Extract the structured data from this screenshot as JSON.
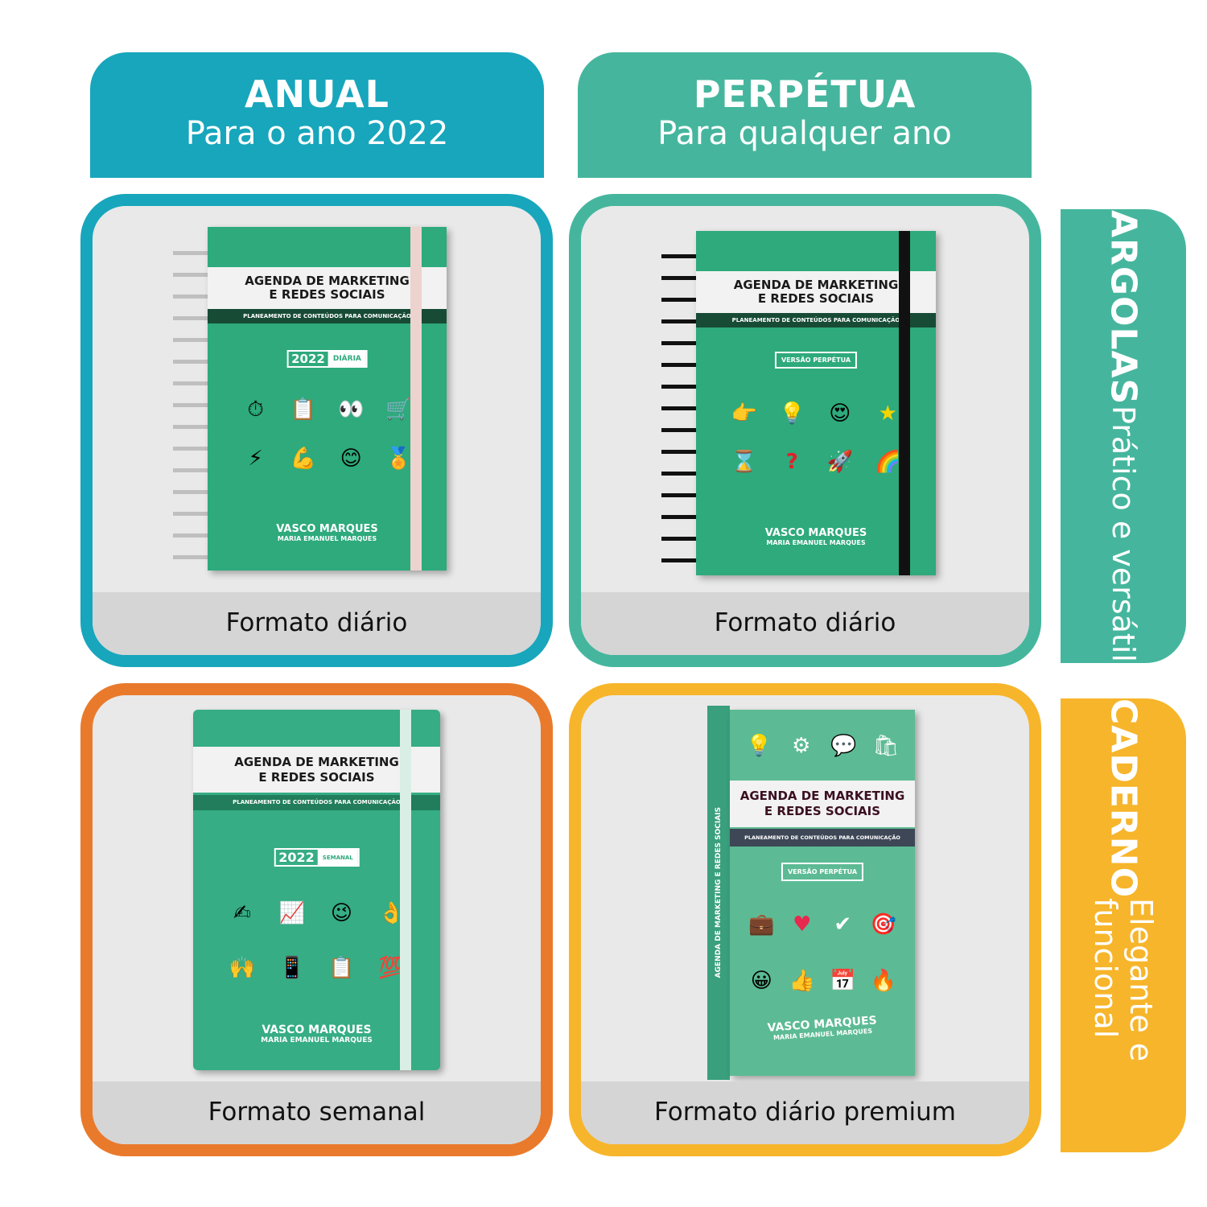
{
  "columns": [
    {
      "title": "ANUAL",
      "subtitle": "Para o ano 2022",
      "color": "#17a6bc"
    },
    {
      "title": "PERPÉTUA",
      "subtitle": "Para qualquer ano",
      "color": "#45b69d"
    }
  ],
  "rows": [
    {
      "title": "ARGOLAS",
      "subtitle": "Prático e versátil",
      "color": "#45b69d"
    },
    {
      "title": "CADERNO",
      "subtitle": "Elegante e funcional",
      "color": "#f7b52b"
    }
  ],
  "products": [
    {
      "caption": "Formato diário",
      "border": "#17a6bc",
      "book": {
        "title1": "AGENDA DE MARKETING",
        "title2": "E REDES SOCIAIS",
        "tagline": "PLANEAMENTO DE CONTEÚDOS PARA COMUNICAÇÃO",
        "year": "2022",
        "badge": "DIÁRIA",
        "icons": [
          "⏱",
          "📋",
          "👀",
          "🛒",
          "⚡",
          "💪",
          "😊",
          "🏅"
        ],
        "author1": "VASCO MARQUES",
        "author2": "MARIA EMANUEL MARQUES"
      }
    },
    {
      "caption": "Formato diário",
      "border": "#45b69d",
      "book": {
        "title1": "AGENDA DE MARKETING",
        "title2": "E REDES SOCIAIS",
        "tagline": "PLANEAMENTO DE CONTEÚDOS PARA COMUNICAÇÃO",
        "badge": "VERSÃO PERPÉTUA",
        "icons": [
          "👉",
          "💡",
          "😍",
          "★",
          "⌛",
          "?",
          "🚀",
          "🌈"
        ],
        "author1": "VASCO MARQUES",
        "author2": "MARIA EMANUEL MARQUES"
      }
    },
    {
      "caption": "Formato semanal",
      "border": "#e97a2c",
      "book": {
        "title1": "AGENDA DE MARKETING",
        "title2": "E REDES SOCIAIS",
        "tagline": "PLANEAMENTO DE CONTEÚDOS PARA COMUNICAÇÃO",
        "year": "2022",
        "badge": "SEMANAL",
        "icons": [
          "✍",
          "📈",
          "😉",
          "👌",
          "🙌",
          "📱",
          "📋",
          "💯"
        ],
        "author1": "VASCO MARQUES",
        "author2": "MARIA EMANUEL MARQUES"
      }
    },
    {
      "caption": "Formato diário premium",
      "border": "#f7b52b",
      "book": {
        "title1": "AGENDA DE MARKETING",
        "title2": "E REDES SOCIAIS",
        "tagline": "PLANEAMENTO DE CONTEÚDOS PARA COMUNICAÇÃO",
        "badge": "VERSÃO PERPÉTUA",
        "spine": "AGENDA DE MARKETING E REDES SOCIAIS",
        "top_icons": [
          "💡",
          "⚙",
          "💬",
          "🛍"
        ],
        "icons": [
          "💼",
          "♥",
          "✔",
          "🎯",
          "😀",
          "👍",
          "📅",
          "🔥"
        ],
        "author1": "VASCO MARQUES",
        "author2": "MARIA EMANUEL MARQUES"
      }
    }
  ]
}
